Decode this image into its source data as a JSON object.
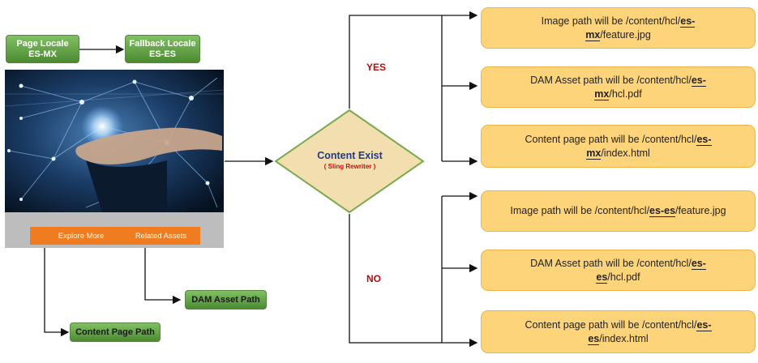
{
  "page_locale": {
    "title": "Page Locale",
    "value": "ES-MX"
  },
  "fallback_locale": {
    "title": "Fallback Locale",
    "value": "ES-ES"
  },
  "buttons": {
    "explore": "Explore More",
    "related": "Related Assets"
  },
  "decision": {
    "title": "Content Exist",
    "subtitle": "( Sling Rewriter )"
  },
  "branch_yes": "YES",
  "branch_no": "NO",
  "dam_asset_path": "DAM Asset Path",
  "content_page_path": "Content Page Path",
  "yes_outcomes": [
    {
      "prefix": "Image path will be /content/hcl/",
      "locale": "es-mx",
      "suffix": "/feature.jpg"
    },
    {
      "prefix": "DAM Asset path will be /content/hcl/",
      "locale": "es-mx",
      "suffix": "/hcl.pdf"
    },
    {
      "prefix": "Content page path will be /content/hcl/",
      "locale": "es-mx",
      "suffix": "/index.html"
    }
  ],
  "no_outcomes": [
    {
      "prefix": "Image path will be /content/hcl/",
      "locale": "es-es",
      "suffix": "/feature.jpg"
    },
    {
      "prefix": "DAM Asset path will be /content/hcl/",
      "locale": "es-es",
      "suffix": "/hcl.pdf"
    },
    {
      "prefix": "Content page path will be /content/hcl/",
      "locale": "es-es",
      "suffix": "/index.html"
    }
  ],
  "colors": {
    "green": "#5e9e44",
    "orange_box": "#fdd47a",
    "orange_button": "#f07c22",
    "diamond": "#f3deb0",
    "label_red": "#b01010"
  }
}
